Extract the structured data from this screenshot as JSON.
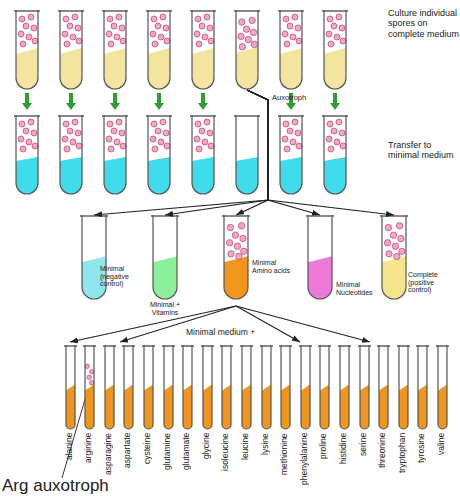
{
  "diagram": {
    "nodes": [
      {
        "text": [
          "Auxotroph"
        ]
      },
      {
        "text": [
          "Minimal (negative control)"
        ]
      },
      {
        "text": [
          "Minimal + Vitamins"
        ]
      },
      {
        "text": [
          "Minimal Amino acids"
        ]
      },
      {
        "text": [
          "Minimal Nucleotides"
        ]
      },
      {
        "text": [
          "Complete (positive control)"
        ]
      },
      {
        "text": [
          "alanine"
        ]
      },
      {
        "text": [
          "arginine"
        ]
      },
      {
        "text": [
          "asparagine"
        ]
      },
      {
        "text": [
          "aspartate"
        ]
      },
      {
        "text": [
          "cysteine"
        ]
      },
      {
        "text": [
          "glutamine"
        ]
      },
      {
        "text": [
          "glutamate"
        ]
      },
      {
        "text": [
          "glycine"
        ]
      },
      {
        "text": [
          "isoleucine"
        ]
      },
      {
        "text": [
          "leucine"
        ]
      },
      {
        "text": [
          "lysine"
        ]
      },
      {
        "text": [
          "methionine"
        ]
      },
      {
        "text": [
          "phenylalanine"
        ]
      },
      {
        "text": [
          "proline"
        ]
      },
      {
        "text": [
          "histidine"
        ]
      },
      {
        "text": [
          "serine"
        ]
      },
      {
        "text": [
          "threonine"
        ]
      },
      {
        "text": [
          "tryptophan"
        ]
      },
      {
        "text": [
          "tyrosine"
        ]
      },
      {
        "text": [
          "valine"
        ]
      }
    ],
    "edges": [
      {
        "from": 0,
        "to": 1,
        "arrow": "to"
      },
      {
        "from": 0,
        "to": 2,
        "arrow": "to"
      },
      {
        "from": 0,
        "to": 3,
        "arrow": "to"
      },
      {
        "from": 0,
        "to": 4,
        "arrow": "to"
      },
      {
        "from": 0,
        "to": 5,
        "arrow": "to"
      }
    ],
    "labels": [
      "Culture individual spores on complete medium",
      "Transfer to minimal medium",
      "Minimal medium +",
      "Arg auxotroph"
    ]
  }
}
